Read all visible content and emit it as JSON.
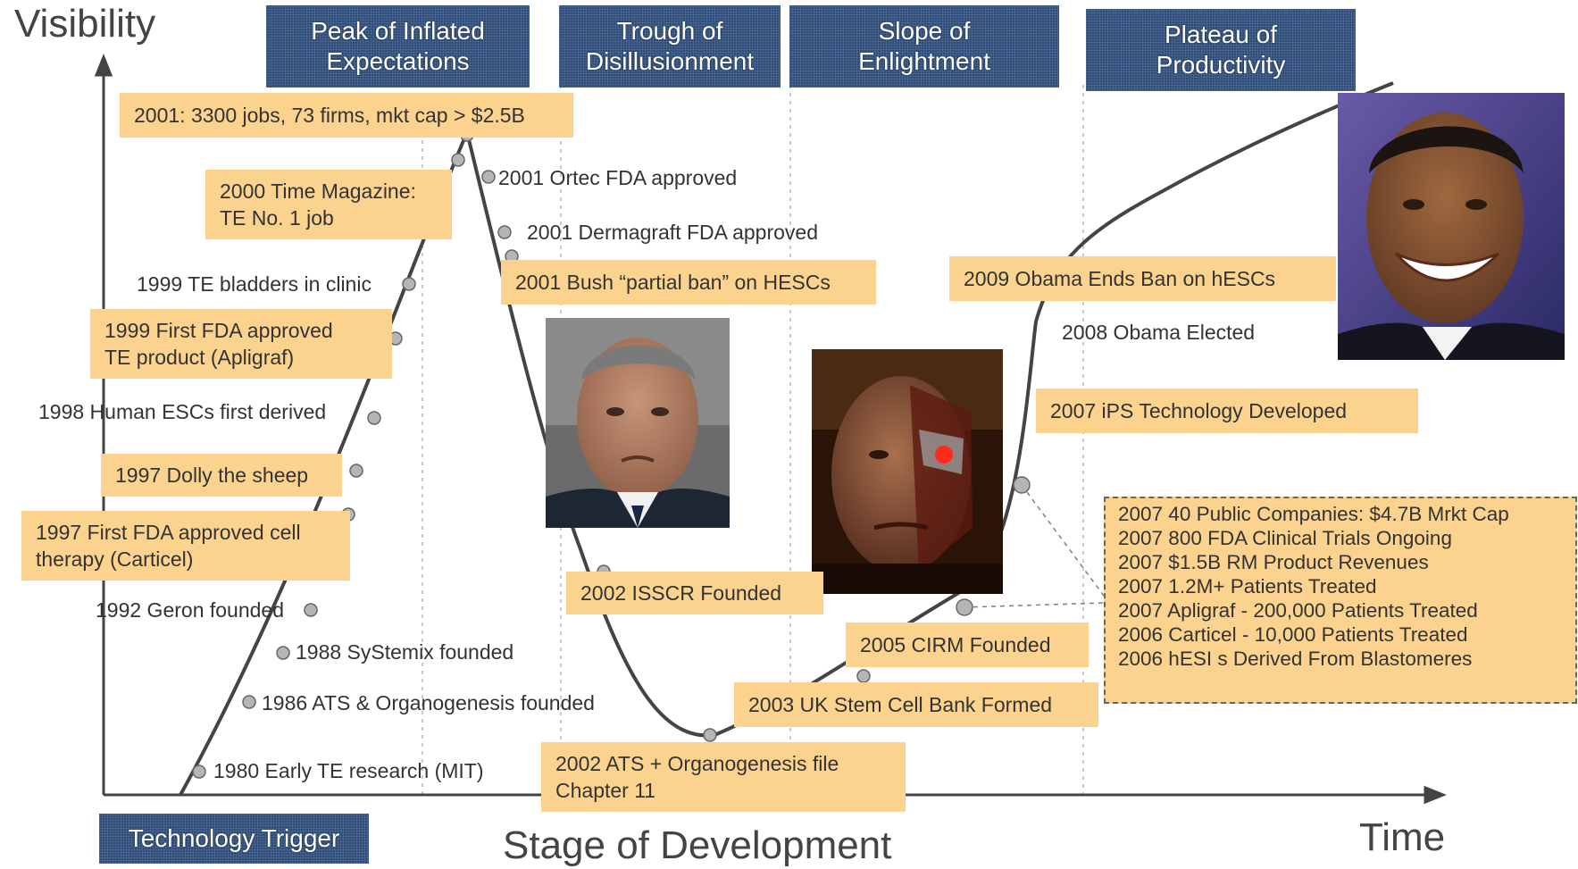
{
  "axes": {
    "y_label": "Visibility",
    "x_label": "Stage of Development",
    "x_end_label": "Time"
  },
  "phases": [
    {
      "key": "trigger",
      "label": "Technology Trigger"
    },
    {
      "key": "peak",
      "label": "Peak of Inflated\nExpectations"
    },
    {
      "key": "trough",
      "label": "Trough of\nDisillusionment"
    },
    {
      "key": "slope",
      "label": "Slope of\nEnlightment"
    },
    {
      "key": "plateau",
      "label": "Plateau of\nProductivity"
    }
  ],
  "events": {
    "e1980": "1980 Early TE research (MIT)",
    "e1986": "1986 ATS & Organogenesis founded",
    "e1988": "1988 SyStemix founded",
    "e1992": "1992 Geron founded",
    "e1997_carticel": "1997 First FDA approved cell\ntherapy (Carticel)",
    "e1997_dolly": "1997 Dolly the sheep",
    "e1998": "1998 Human ESCs first derived",
    "e1999_apligraf": "1999 First FDA approved\nTE product (Apligraf)",
    "e1999_bladders": "1999 TE bladders in clinic",
    "e2000": "2000 Time Magazine:\nTE No. 1 job",
    "e2001_jobs": "2001: 3300 jobs, 73 firms, mkt cap > $2.5B",
    "e2001_ortec": "2001 Ortec FDA approved",
    "e2001_dermagraft": "2001 Dermagraft FDA approved",
    "e2001_bush": "2001 Bush “partial ban” on HESCs",
    "e2002_isscr": "2002 ISSCR Founded",
    "e2002_ats": "2002 ATS + Organogenesis  file\nChapter 11",
    "e2003": "2003 UK Stem Cell Bank Formed",
    "e2005": "2005 CIRM Founded",
    "e2007_ips": "2007 iPS Technology  Developed",
    "e2008": "2008 Obama Elected",
    "e2009": "2009 Obama  Ends Ban on  hESCs"
  },
  "stats_2007": [
    "2007 40 Public Companies: $4.7B Mrkt Cap",
    "2007 800 FDA Clinical Trials Ongoing",
    "2007 $1.5B RM Product Revenues",
    "2007 1.2M+ Patients Treated",
    "2007 Apligraf - 200,000 Patients Treated",
    "2006 Carticel - 10,000 Patients Treated",
    "2006 hESI s Derived From Blastomeres"
  ],
  "photos": [
    {
      "key": "bush",
      "subject": "George W. Bush portrait"
    },
    {
      "key": "terminator",
      "subject": "Terminator (Schwarzenegger) portrait"
    },
    {
      "key": "obama",
      "subject": "Barack Obama portrait"
    }
  ],
  "colors": {
    "phase_bg": "#2f4e7b",
    "box_bg": "#fbd38e",
    "curve": "#444444",
    "marker": "#b5b5b5"
  }
}
